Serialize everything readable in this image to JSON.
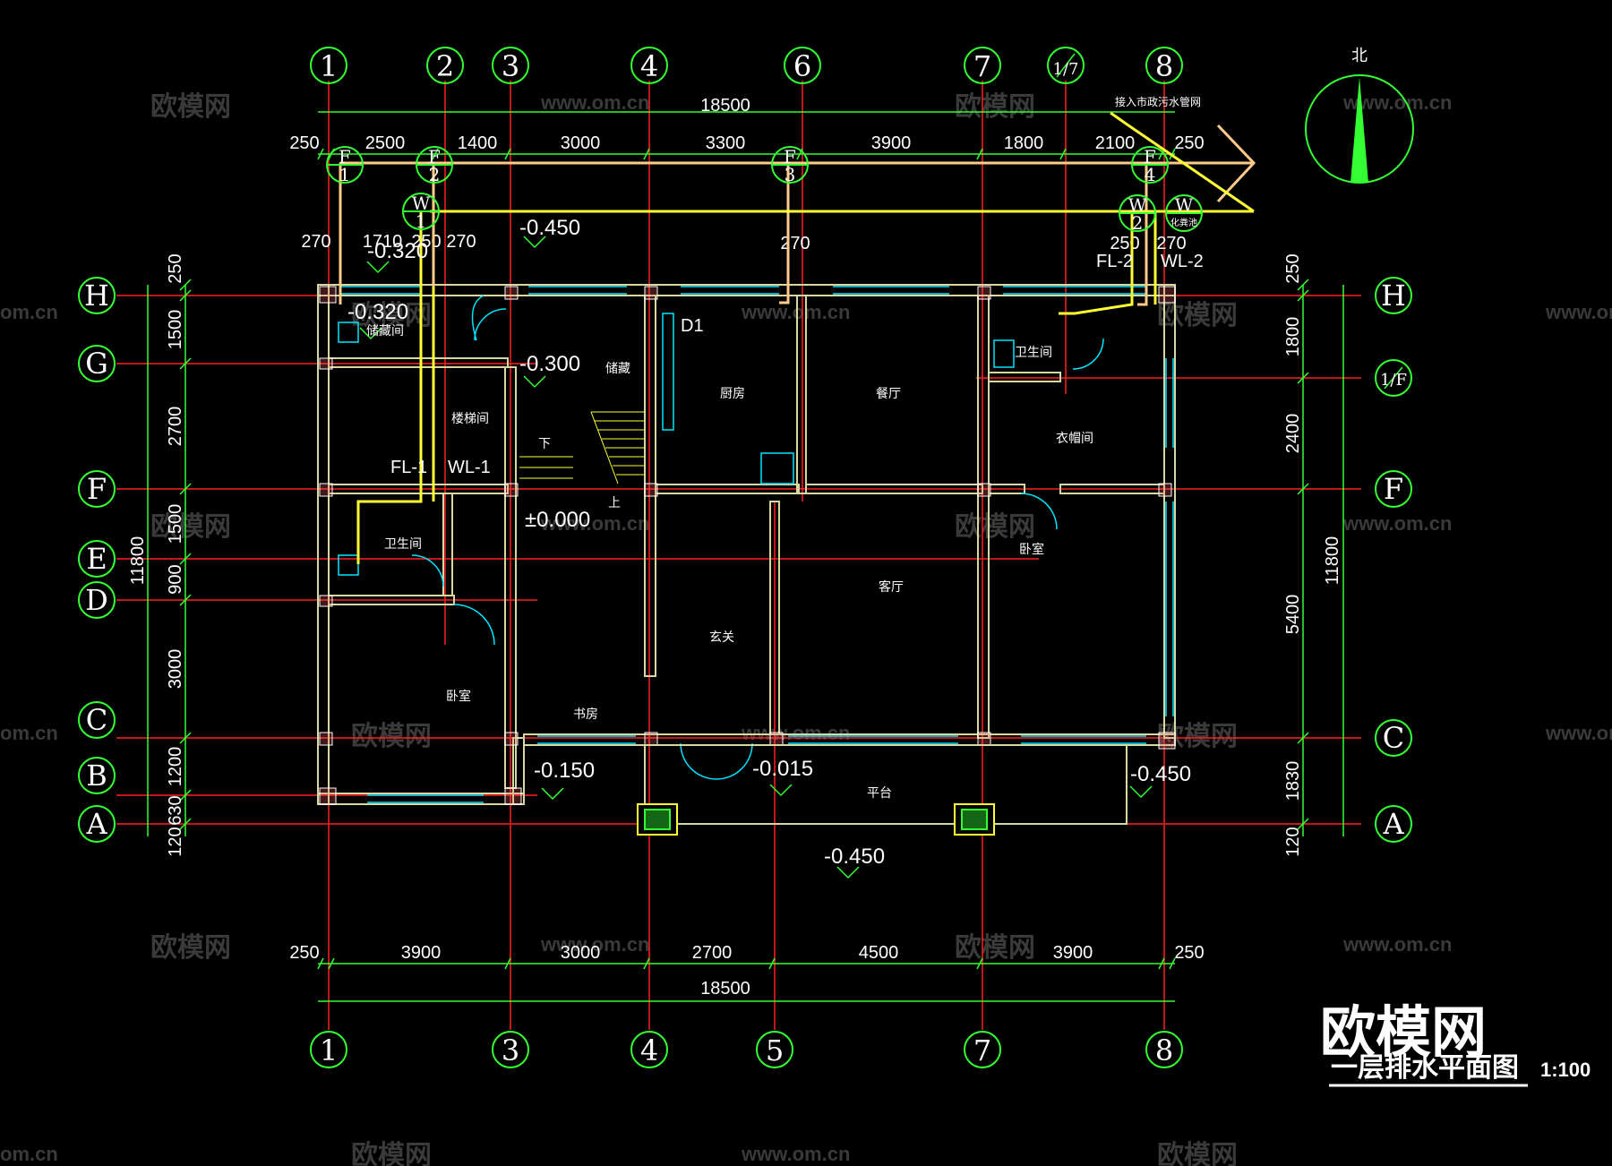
{
  "colors": {
    "background": "#000000",
    "axis_line": "#ff2020",
    "axis_circle": "#33ff33",
    "dimension": "#33ff33",
    "wall": "#d8d8a0",
    "window": "#00e5ff",
    "pipe_drain": "#ffcc88",
    "pipe_waste": "#ffff33",
    "text": "#ffffff",
    "column": "#ff6666",
    "watermark": "#3a3a3a"
  },
  "axes_top": [
    "1",
    "2",
    "3",
    "4",
    "6",
    "7",
    "1/7",
    "8"
  ],
  "axes_bottom": [
    "1",
    "3",
    "4",
    "5",
    "7",
    "8"
  ],
  "axes_left": [
    "H",
    "G",
    "F",
    "E",
    "D",
    "C",
    "B",
    "A"
  ],
  "axes_right": [
    "H",
    "1/F",
    "F",
    "C",
    "A"
  ],
  "dims": {
    "top_total": "18500",
    "top_segments": [
      "250",
      "2500",
      "1400",
      "3000",
      "3300",
      "3900",
      "1800",
      "2100",
      "250"
    ],
    "top_pipe_offsets": [
      "270",
      "1710",
      "250",
      "270",
      "270",
      "250",
      "270"
    ],
    "bottom_total": "18500",
    "bottom_segments": [
      "250",
      "3900",
      "3000",
      "2700",
      "4500",
      "3900",
      "250"
    ],
    "left_total": "11800",
    "left_segments": [
      "250",
      "1500",
      "2700",
      "1500",
      "900",
      "3000",
      "1200",
      "630",
      "120"
    ],
    "right_total": "11800",
    "right_segments": [
      "250",
      "1800",
      "2400",
      "5400",
      "1830",
      "120"
    ]
  },
  "pipe_tags": {
    "f1": [
      "F",
      "1"
    ],
    "f2": [
      "F",
      "2"
    ],
    "f3": [
      "F",
      "3"
    ],
    "f4": [
      "F",
      "4"
    ],
    "w1": [
      "W",
      "1"
    ],
    "w2": [
      "W",
      "2"
    ],
    "w3": [
      "W",
      "化粪池"
    ]
  },
  "pipe_labels": {
    "fl1": "FL-1",
    "wl1": "WL-1",
    "fl2": "FL-2",
    "wl2": "WL-2",
    "note_top": "接入市政污水管网",
    "d1": "D1"
  },
  "elevations": {
    "e1": "-0.320",
    "e2": "-0.320",
    "e3": "-0.450",
    "e4": "-0.300",
    "e5": "±0.000",
    "e6": "-0.150",
    "e7": "-0.015",
    "e8": "-0.450",
    "e9": "-0.450"
  },
  "rooms": {
    "r1": "储藏间",
    "r2": "楼梯间",
    "r3": "储藏",
    "r4": "厨房",
    "r5": "餐厅",
    "r6": "卫生间",
    "r7": "衣帽间",
    "r8": "卫生间",
    "r9": "卧室",
    "r10": "卧室",
    "r11": "客厅",
    "r12": "书房",
    "r13": "玄关",
    "r14": "平台",
    "stair_down": "下",
    "stair_up": "上"
  },
  "north": "北",
  "watermark": {
    "brand": "欧模网",
    "url": "www.om.cn",
    "url_short": "om.cn"
  },
  "drawing_title": "一层排水平面图",
  "drawing_scale": "1:100",
  "brand_mark": "欧模网"
}
